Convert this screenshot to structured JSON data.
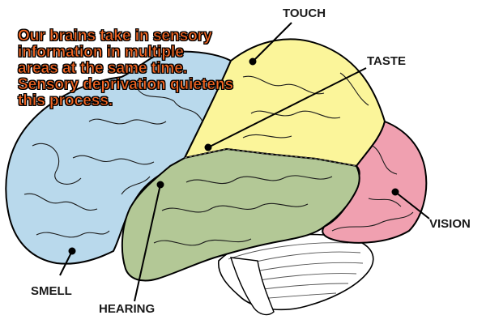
{
  "caption": {
    "lines": [
      "Our brains take in sensory",
      "information in multiple",
      "areas at the same time.",
      "Sensory deprivation quietens",
      "this process."
    ]
  },
  "labels": {
    "touch": "TOUCH",
    "taste": "TASTE",
    "vision": "VISION",
    "smell": "SMELL",
    "hearing": "HEARING"
  },
  "regions": {
    "frontal": {
      "color": "#b9d9ec"
    },
    "parietal": {
      "color": "#fbf59a"
    },
    "temporal": {
      "color": "#b3c896"
    },
    "occipital": {
      "color": "#f0a0b0"
    },
    "cerebellum": {
      "color": "#ffffff"
    }
  }
}
